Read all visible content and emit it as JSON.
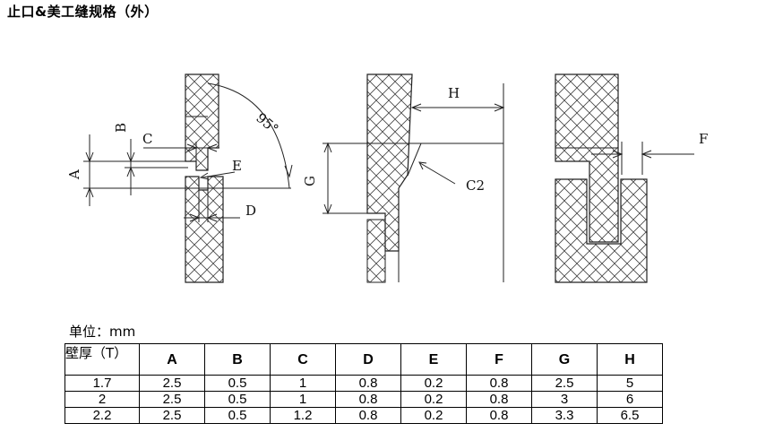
{
  "title": "止口&美工缝规格（外）",
  "unit_label": "单位：mm",
  "drawing_labels": {
    "A": "A",
    "B": "B",
    "C": "C",
    "D": "D",
    "E": "E",
    "angle": "95°",
    "H": "H",
    "G": "G",
    "C2": "C2",
    "F": "F"
  },
  "table": {
    "corner": "壁厚（T）",
    "headers": [
      "A",
      "B",
      "C",
      "D",
      "E",
      "F",
      "G",
      "H"
    ],
    "rows": [
      [
        "1.7",
        "2.5",
        "0.5",
        "1",
        "0.8",
        "0.2",
        "0.8",
        "2.5",
        "5"
      ],
      [
        "2",
        "2.5",
        "0.5",
        "1",
        "0.8",
        "0.2",
        "0.8",
        "3",
        "6"
      ],
      [
        "2.2",
        "2.5",
        "0.5",
        "1.2",
        "0.8",
        "0.2",
        "0.8",
        "3.3",
        "6.5"
      ]
    ]
  }
}
